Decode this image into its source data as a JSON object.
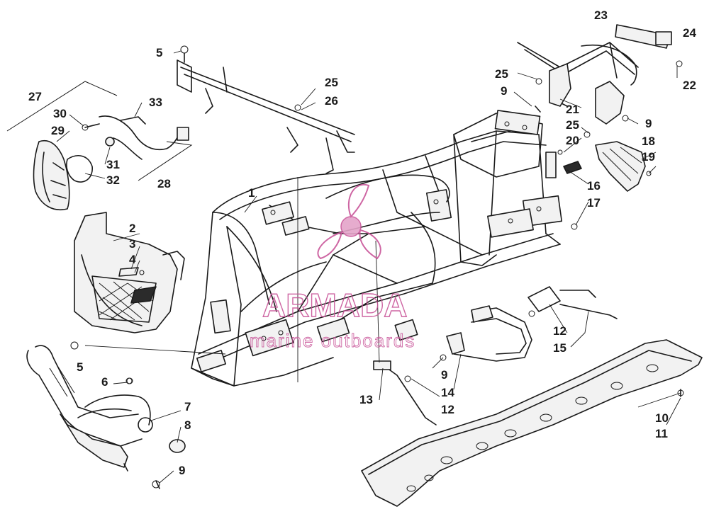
{
  "callouts": [
    "1",
    "2",
    "3",
    "4",
    "5",
    "5",
    "6",
    "7",
    "8",
    "9",
    "9",
    "9",
    "9",
    "10",
    "11",
    "12",
    "12",
    "13",
    "14",
    "15",
    "16",
    "17",
    "18",
    "19",
    "20",
    "21",
    "22",
    "23",
    "24",
    "25",
    "25",
    "25",
    "26",
    "27",
    "28",
    "29",
    "30",
    "31",
    "32",
    "33"
  ],
  "watermark": {
    "brand": "ARMADA",
    "tagline": "marine outboards",
    "color": "#c9569a"
  },
  "colors": {
    "line": "#1a1a1a",
    "background": "#ffffff"
  }
}
